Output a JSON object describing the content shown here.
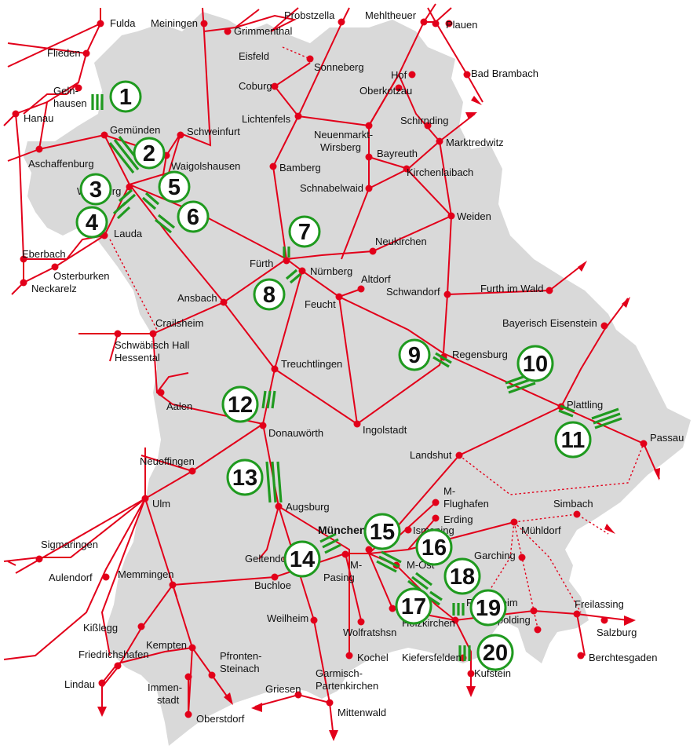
{
  "colors": {
    "rail": "#e2001a",
    "site_marker": "#1f9a1f",
    "region": "#d9d9d9"
  },
  "icons": {
    "station": "red-dot-icon",
    "border_exit": "red-arrow-icon",
    "site_marker": "green-double-bar-icon"
  },
  "cities": [
    "Fulda",
    "Meiningen",
    "Grimmenthal",
    "Probstzella",
    "Mehltheuer",
    "Plauen",
    "Flieden",
    "Eisfeld",
    "Sonneberg",
    "Bad Brambach",
    "Hof",
    "Oberkotzau",
    "Coburg",
    "Geln-",
    "hausen",
    "Hanau",
    "Lichtenfels",
    "Neuenmarkt-",
    "Wirsberg",
    "Schirnding",
    "Gemünden",
    "Schweinfurt",
    "Marktredwitz",
    "Aschaffenburg",
    "Waigolshausen",
    "Bamberg",
    "Bayreuth",
    "Kirchenlaibach",
    "Schnabelwaid",
    "Würzburg",
    "Lauda",
    "Weiden",
    "Neukirchen",
    "Eberbach",
    "Osterburken",
    "Neckarelz",
    "Fürth",
    "Nürnberg",
    "Altdorf",
    "Ansbach",
    "Feucht",
    "Schwandorf",
    "Furth im Wald",
    "Crailsheim",
    "Bayerisch Eisenstein",
    "Schwäbisch Hall",
    "Hessental",
    "Treuchtlingen",
    "Regensburg",
    "Aalen",
    "Plattling",
    "Donauwörth",
    "Ingolstadt",
    "Passau",
    "Neuoffingen",
    "Landshut",
    "Ulm",
    "M-",
    "Flughafen",
    "Augsburg",
    "Simbach",
    "Erding",
    "München",
    "Ismaning",
    "Mühldorf",
    "Sigmaringen",
    "Geltendorf",
    "Garching",
    "M-",
    "Pasing",
    "M-Ost",
    "Aulendorf",
    "Memmingen",
    "Buchloe",
    "Freilassing",
    "Weilheim",
    "Holzkirchen",
    "Rosenheim",
    "Salzburg",
    "Wolfratshsn",
    "Ruhpolding",
    "Kißlegg",
    "Friedrichshafen",
    "Kempten",
    "Berchtesgaden",
    "Kochel",
    "Pfronten-",
    "Steinach",
    "Kiefersfelden",
    "Lindau",
    "Immen-",
    "stadt",
    "Garmisch-",
    "Partenkirchen",
    "Kufstein",
    "Griesen",
    "Mittenwald",
    "Oberstdorf"
  ],
  "sites": [
    "1",
    "2",
    "3",
    "4",
    "5",
    "6",
    "7",
    "8",
    "9",
    "10",
    "11",
    "12",
    "13",
    "14",
    "15",
    "16",
    "17",
    "18",
    "19",
    "20"
  ]
}
